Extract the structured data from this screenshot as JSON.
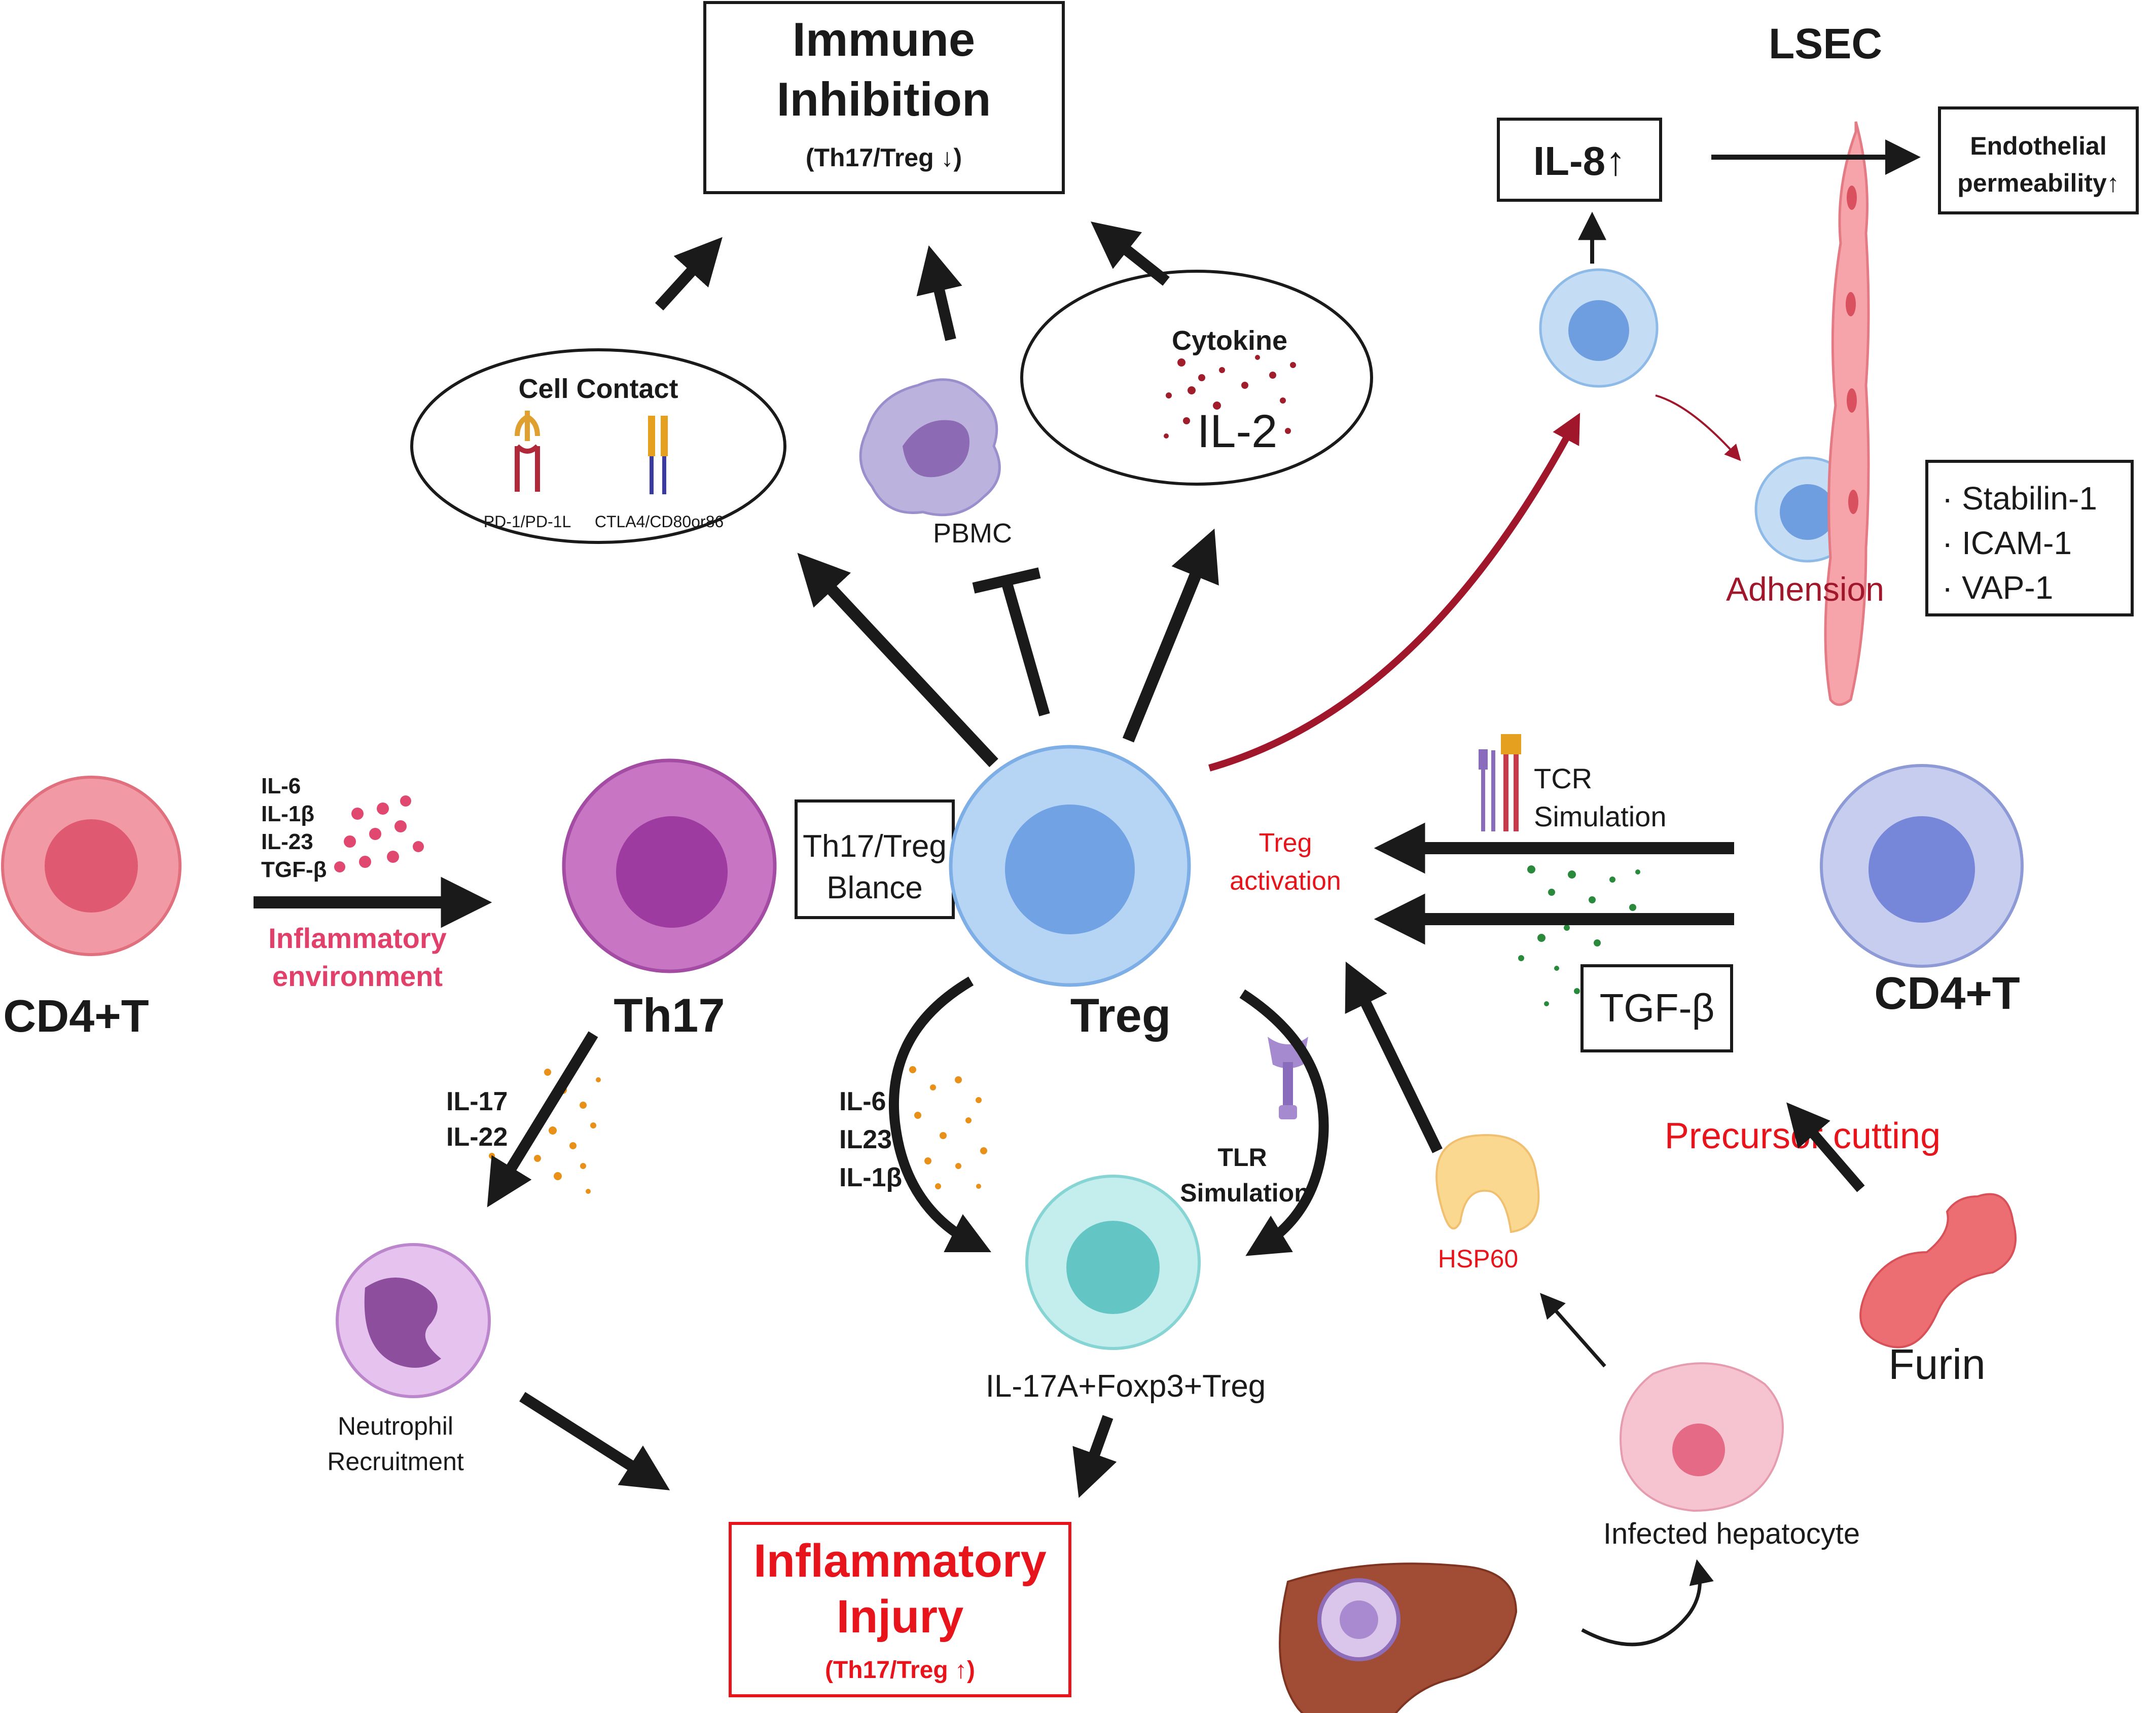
{
  "boxes": {
    "immune_inhibition": {
      "line1": "Immune",
      "line2": "Inhibition",
      "sub": "(Th17/Treg ↓)"
    },
    "inflammatory_injury": {
      "line1": "Inflammatory",
      "line2": "Injury",
      "sub": "(Th17/Treg ↑)"
    },
    "il8": "IL-8↑",
    "endothelial": {
      "line1": "Endothelial",
      "line2": "permeability↑"
    },
    "adhesion_molecules": [
      "· Stabilin-1",
      "· ICAM-1",
      "· VAP-1"
    ],
    "balance": {
      "line1": "Th17/Treg",
      "line2": "Blance"
    },
    "tgf": "TGF-β"
  },
  "labels": {
    "lsec": "LSEC",
    "adhesion": "Adhension",
    "cell_contact": "Cell Contact",
    "pd1": "PD-1/PD-1L",
    "ctla4": "CTLA4/CD80or86",
    "cytokine": "Cytokine",
    "il2": "IL-2",
    "pbmc": "PBMC",
    "cd4_left": "CD4+T",
    "cd4_right": "CD4+T",
    "th17": "Th17",
    "treg": "Treg",
    "inflam_cytokines": [
      "IL-6",
      "IL-1β",
      "IL-23",
      "TGF-β"
    ],
    "inflam_env": [
      "Inflammatory",
      "environment"
    ],
    "treg_activation": [
      "Treg",
      "activation"
    ],
    "tcr": [
      "TCR",
      "Simulation"
    ],
    "il17_il22": [
      "IL-17",
      "IL-22"
    ],
    "il6_il23_il1b": [
      "IL-6",
      "IL23",
      "IL-1β"
    ],
    "tlr": [
      "TLR",
      "Simulation"
    ],
    "hsp60": "HSP60",
    "precursor": "Precursor cutting",
    "furin": "Furin",
    "neutrophil": [
      "Neutrophil",
      "Recruitment"
    ],
    "il17a_treg": "IL-17A+Foxp3+Treg",
    "infected_hepatocyte": "Infected hepatocyte"
  },
  "colors": {
    "red": "#e8141b",
    "dark_red": "#a0172c",
    "pink_text": "#e0406a",
    "black": "#1a1a1a"
  }
}
